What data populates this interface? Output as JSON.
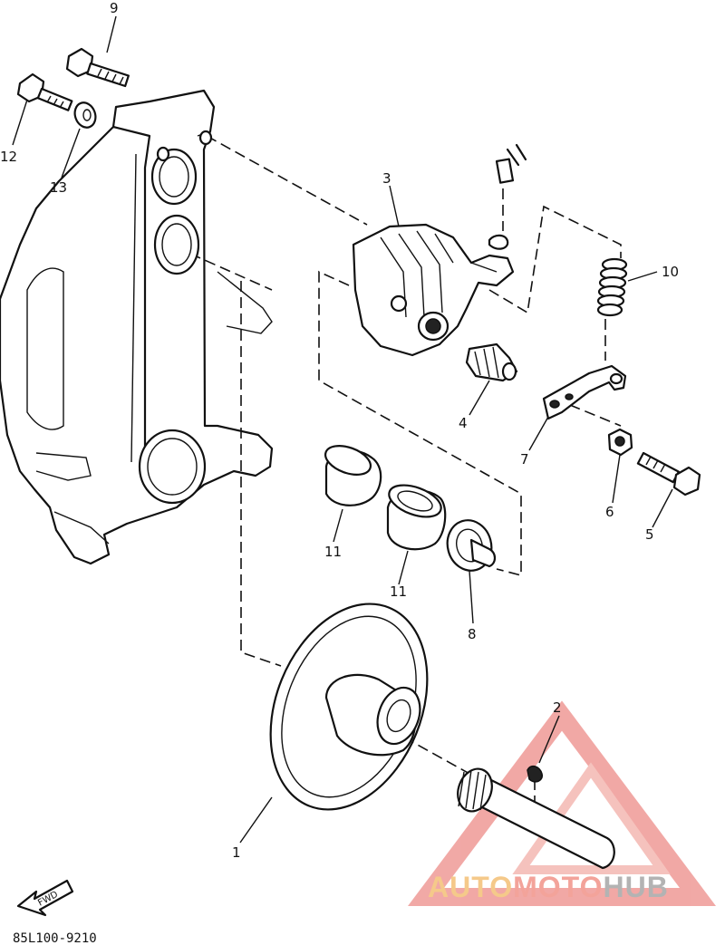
{
  "callouts": {
    "p1": "1",
    "p2": "2",
    "p3": "3",
    "p4": "4",
    "p5": "5",
    "p6": "6",
    "p7": "7",
    "p8": "8",
    "p9": "9",
    "p10": "10",
    "p11a": "11",
    "p11b": "11",
    "p12": "12",
    "p13": "13"
  },
  "fwd_label": "FWD",
  "diagram_code": "85L100-9210",
  "watermark": {
    "part1": "AUTO",
    "part2": "MOTO",
    "part3": "HUB",
    "color_auto": "#f5c98a",
    "color_moto": "#f3a39a",
    "color_hub": "#b3b3b3"
  }
}
